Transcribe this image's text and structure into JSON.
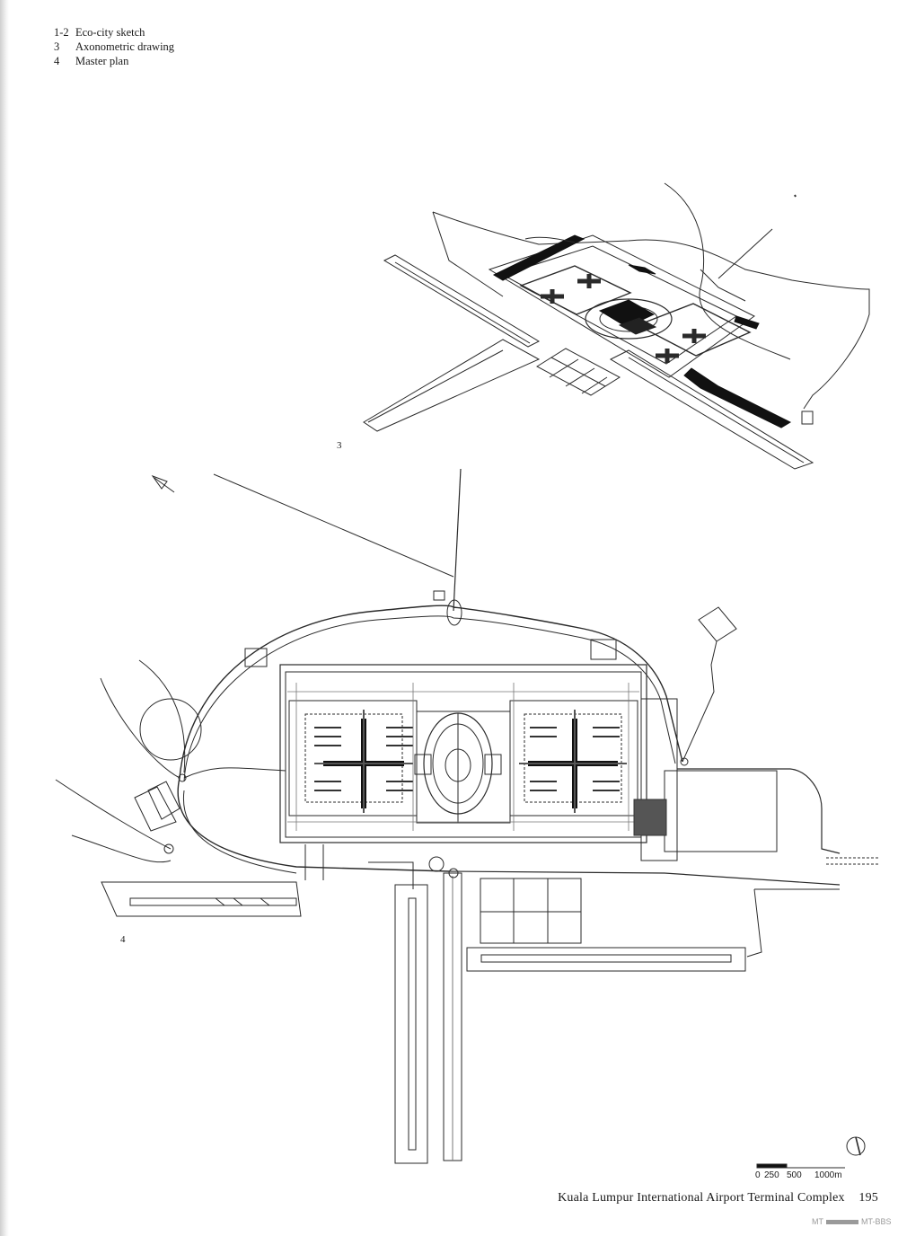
{
  "captions": [
    {
      "num": "1-2",
      "text": "Eco-city sketch"
    },
    {
      "num": "3",
      "text": "Axonometric drawing"
    },
    {
      "num": "4",
      "text": "Master plan"
    }
  ],
  "figures": {
    "axonometric_label": "3",
    "master_plan_label": "4"
  },
  "scale_bar": {
    "ticks": [
      "0",
      "250",
      "500",
      "1000m"
    ]
  },
  "footer": {
    "title": "Kuala Lumpur International Airport Terminal Complex",
    "page_number": "195"
  },
  "watermark": {
    "left": "MT",
    "right": "MT-BBS"
  }
}
